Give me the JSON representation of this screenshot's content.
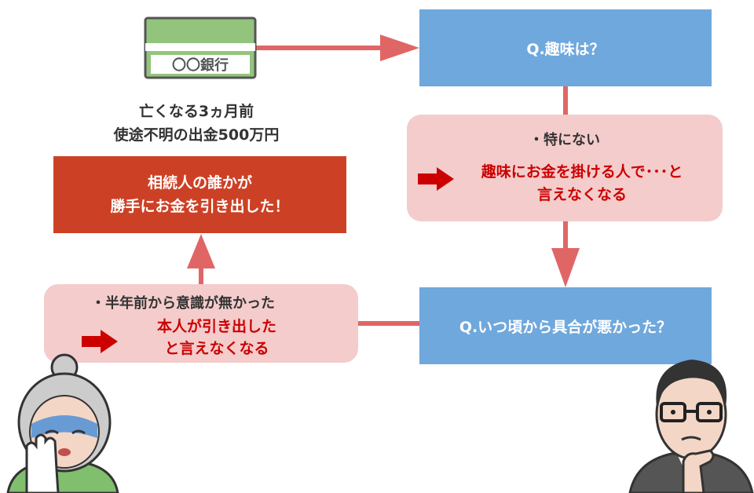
{
  "bank_card": {
    "label": "〇〇銀行"
  },
  "withdrawal_note": {
    "lines": [
      {
        "text": "亡くなる3ヵ月前"
      },
      {
        "text": "使途不明の出金500万円"
      }
    ]
  },
  "claim_box": {
    "lines": [
      {
        "text": "相続人の誰かが"
      },
      {
        "text": "勝手にお金を引き出した！"
      }
    ]
  },
  "question_hobby": {
    "text": "Q.趣味は？"
  },
  "answer_hobby": {
    "bullet": "・特にない",
    "conclusion_lines": [
      {
        "text": "趣味にお金を掛ける人で･･･と"
      },
      {
        "text": "言えなくなる"
      }
    ]
  },
  "question_health": {
    "text": "Q.いつ頃から具合が悪かった？"
  },
  "answer_health": {
    "bullet": "・半年前から意識が無かった",
    "conclusion_lines": [
      {
        "text": "本人が引き出した"
      },
      {
        "text": "と言えなくなる"
      }
    ]
  },
  "colors": {
    "arrow": "#e06666",
    "blue_box": "#6fa8dc",
    "pink_box": "#f4cccc",
    "red_box": "#cc4125",
    "emphasis_text": "#cc0000",
    "card_green": "#93c47d"
  },
  "icons": [
    "bank-card-icon",
    "right-arrow-icon",
    "elderly-woman-icon",
    "thinking-man-icon"
  ]
}
